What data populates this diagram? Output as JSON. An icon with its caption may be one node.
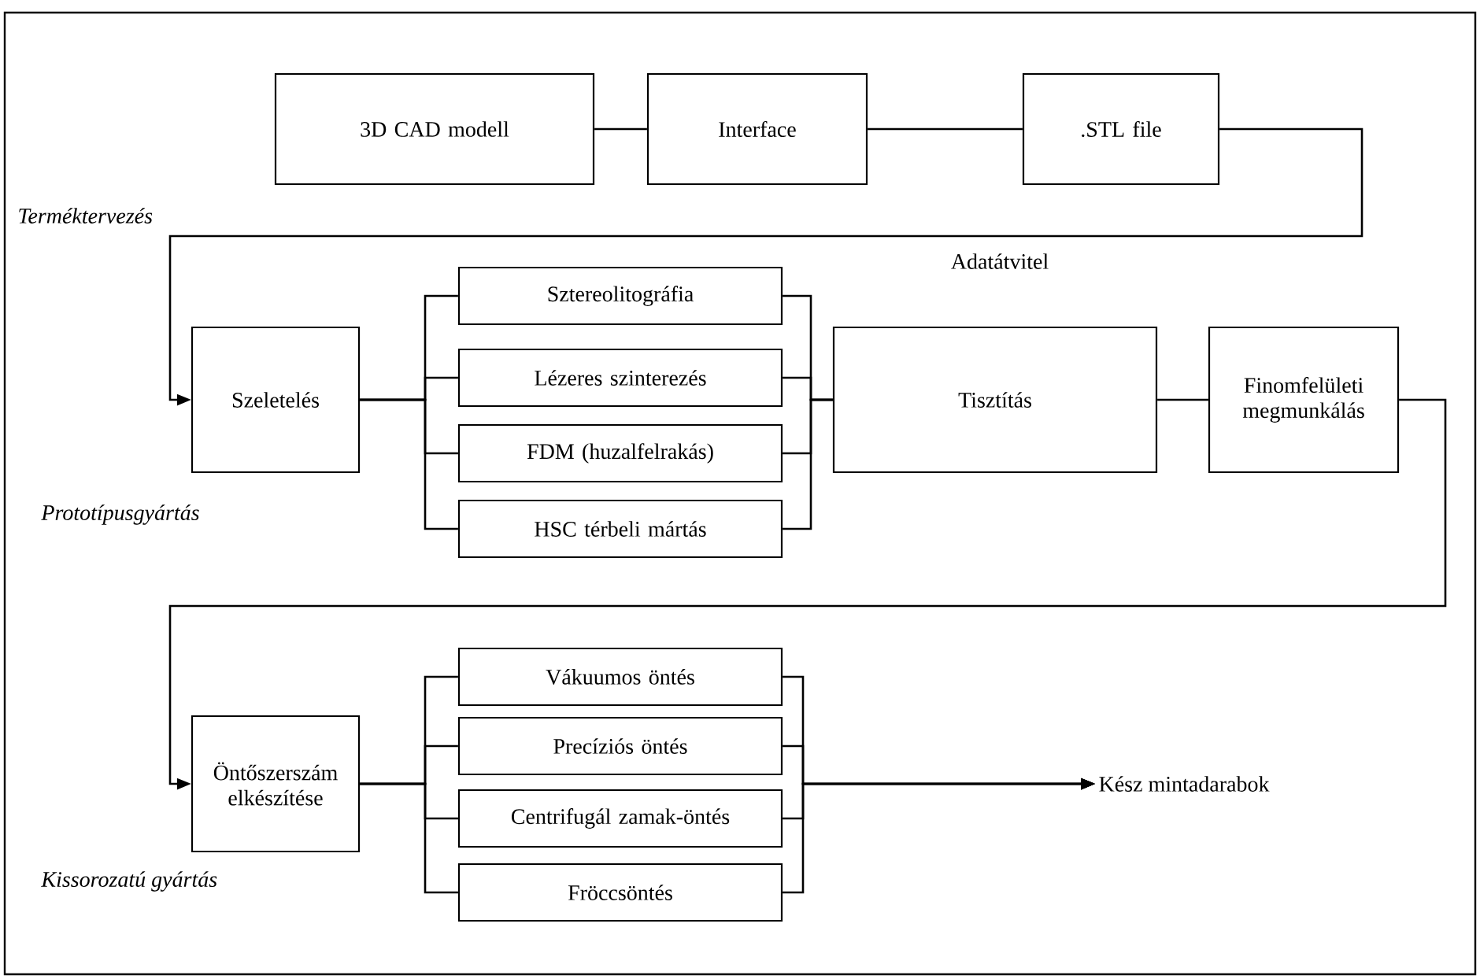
{
  "diagram": {
    "nodes": [
      {
        "text": [
          "3D CAD modell"
        ]
      },
      {
        "text": [
          "Interface"
        ]
      },
      {
        "text": [
          ".STL file"
        ]
      },
      {
        "text": [
          "Szeletelés"
        ]
      },
      {
        "text": [
          "Sztereolitográfia"
        ]
      },
      {
        "text": [
          "Lézeres szinterezés"
        ]
      },
      {
        "text": [
          "FDM (huzalfelrakás)"
        ]
      },
      {
        "text": [
          "HSC térbeli mártás"
        ]
      },
      {
        "text": [
          "Tisztítás"
        ]
      },
      {
        "text": [
          "Finomfelületi megmunkálás"
        ]
      },
      {
        "text": [
          "Öntőszerszám elkészítése"
        ]
      },
      {
        "text": [
          "Vákuumos öntés"
        ]
      },
      {
        "text": [
          "Precíziós öntés"
        ]
      },
      {
        "text": [
          "Centrifugál zamak-öntés"
        ]
      },
      {
        "text": [
          "Fröccsöntés"
        ]
      },
      {
        "text": [
          "Kész mintadarabok"
        ]
      }
    ],
    "edges": [
      {
        "from": 0,
        "to": 1,
        "arrow": "none"
      },
      {
        "from": 1,
        "to": 2,
        "arrow": "none"
      },
      {
        "from": 2,
        "to": 3,
        "arrow": "to",
        "label": "Adatátvitel"
      },
      {
        "from": 3,
        "to": 4,
        "arrow": "none"
      },
      {
        "from": 3,
        "to": 5,
        "arrow": "none"
      },
      {
        "from": 3,
        "to": 6,
        "arrow": "none"
      },
      {
        "from": 3,
        "to": 7,
        "arrow": "none"
      },
      {
        "from": 4,
        "to": 8,
        "arrow": "none"
      },
      {
        "from": 5,
        "to": 8,
        "arrow": "none"
      },
      {
        "from": 6,
        "to": 8,
        "arrow": "none"
      },
      {
        "from": 7,
        "to": 8,
        "arrow": "none"
      },
      {
        "from": 8,
        "to": 9,
        "arrow": "none"
      },
      {
        "from": 9,
        "to": 10,
        "arrow": "to"
      },
      {
        "from": 10,
        "to": 11,
        "arrow": "none"
      },
      {
        "from": 10,
        "to": 12,
        "arrow": "none"
      },
      {
        "from": 10,
        "to": 13,
        "arrow": "none"
      },
      {
        "from": 10,
        "to": 14,
        "arrow": "none"
      },
      {
        "from": 11,
        "to": 15,
        "arrow": "to"
      },
      {
        "from": 12,
        "to": 15,
        "arrow": "to"
      },
      {
        "from": 13,
        "to": 15,
        "arrow": "to"
      },
      {
        "from": 14,
        "to": 15,
        "arrow": "to"
      }
    ],
    "labels": [
      "Terméktervezés",
      "Prototípusgyártás",
      "Kissorozatú gyártás"
    ]
  }
}
